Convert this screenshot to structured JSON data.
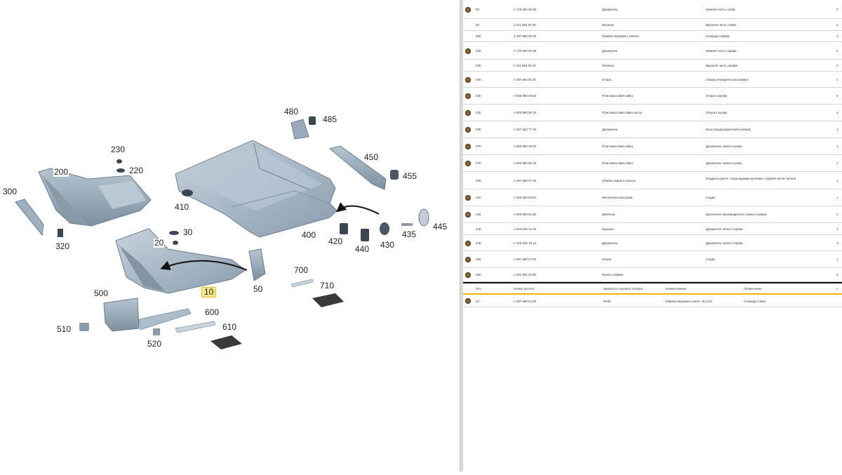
{
  "diagram": {
    "callouts": [
      "480",
      "485",
      "450",
      "455",
      "230",
      "220",
      "200",
      "300",
      "410",
      "400",
      "420",
      "440",
      "430",
      "435",
      "445",
      "30",
      "20",
      "320",
      "50",
      "10",
      "700",
      "710",
      "500",
      "600",
      "610",
      "510",
      "520"
    ],
    "selected_callout": "10"
  },
  "parts_table": {
    "rows": [
      {
        "pos": "20",
        "part": "A 170 684 00 38",
        "name": "Держатель",
        "note": "Нижняя часть слева",
        "qty": "2",
        "mark": true
      },
      {
        "pos": "30",
        "part": "A 211 684 00 25",
        "name": "Жалюзи",
        "note": "Верхняя часть слева",
        "qty": "2",
        "mark": false
      },
      {
        "pos": "200",
        "part": "A 297 680 06 03",
        "name": "Обивка переднего колеса",
        "note": "Спереди справа",
        "qty": "1",
        "mark": false
      },
      {
        "pos": "220",
        "part": "A 170 684 00 38",
        "name": "Держатель",
        "note": "Нижняя часть справа",
        "qty": "2",
        "mark": true
      },
      {
        "pos": "230",
        "part": "A 211 684 00 25",
        "name": "Жалюзи",
        "note": "Верхняя часть справа",
        "qty": "2",
        "mark": false
      },
      {
        "pos": "300",
        "part": "A 297 684 01 00",
        "name": "Опора",
        "note": "Сверху переднего пассажира",
        "qty": "1",
        "mark": true
      },
      {
        "pos": "320",
        "part": "A 000 990 28 62",
        "name": "Пластмассовая гайка",
        "note": "Опора к кузову",
        "qty": "3",
        "mark": true
      },
      {
        "pos": "320",
        "part": "A 000 990 99 18",
        "name": "Пластмассовая гайка инстр.",
        "note": "Опора к кузову",
        "qty": "3",
        "mark": true
      },
      {
        "pos": "330",
        "part": "A 297 843 77 00",
        "name": "Держатель",
        "note": "Блок предохранителей (левый)",
        "qty": "1",
        "mark": true
      },
      {
        "pos": "370",
        "part": "A 000 990 28 62",
        "name": "Пластмассовая гайка",
        "note": "Держатель левого кузову",
        "qty": "1",
        "mark": true
      },
      {
        "pos": "370",
        "part": "A 000 990 99 18",
        "name": "Пластмассовая гайка",
        "note": "Держатель левого кузову",
        "qty": "1",
        "mark": true
      },
      {
        "pos": "400",
        "part": "A 297 680 07 03",
        "name": "Обивка заднего колеса",
        "note": "Кладка в грунте / прокладками рулевая с задней части салона",
        "qty": "1",
        "mark": false
      },
      {
        "pos": "410",
        "part": "A 000 684 00 63",
        "name": "Металлическая рама",
        "note": "Сзади",
        "qty": "1",
        "mark": true
      },
      {
        "pos": "430",
        "part": "A 000 990 94 26",
        "name": "Шпилька",
        "note": "Крепление производителя слева и справа",
        "qty": "2",
        "mark": true
      },
      {
        "pos": "440",
        "part": "A 204 845 12 03",
        "name": "Крышка",
        "note": "Держатель левого справа",
        "qty": "1",
        "mark": false
      },
      {
        "pos": "445",
        "part": "A 204 845 19 14",
        "name": "Держатель",
        "note": "Держатель левого справа",
        "qty": "1",
        "mark": true
      },
      {
        "pos": "450",
        "part": "A 297 680 27 03",
        "name": "Опора",
        "note": "Сзади",
        "qty": "1",
        "mark": true
      },
      {
        "pos": "480",
        "part": "A 001 991 32 98",
        "name": "Клипса обивки",
        "note": "",
        "qty": "4",
        "mark": true
      }
    ],
    "selected_header": {
      "pos": "Поз.",
      "part": "Номер детали",
      "supplier": "Варианты кодового номера",
      "name": "Наименование",
      "note": "Примечание",
      "qty": "к"
    },
    "selected_row": {
      "pos": "10",
      "part": "A 297 680 04 03",
      "supplier": "9H40",
      "name": "Обивка переднего колес. BLACK",
      "note": "Спереди слева",
      "mark": true
    }
  },
  "colors": {
    "highlight": "#f8e88a",
    "accent_line": "#f0b700",
    "marker": "#8a6a38",
    "part_fill": "#a8bac8"
  }
}
